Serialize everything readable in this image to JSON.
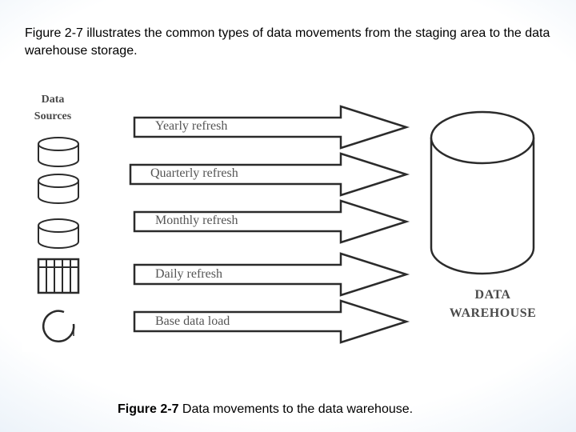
{
  "intro_text": "Figure 2-7 illustrates the common types of data movements from the staging area to the data warehouse storage.",
  "diagram": {
    "sources_heading_line1": "Data",
    "sources_heading_line2": "Sources",
    "arrows": [
      {
        "label": "Yearly refresh"
      },
      {
        "label": "Quarterly refresh"
      },
      {
        "label": "Monthly refresh"
      },
      {
        "label": "Daily refresh"
      },
      {
        "label": "Base data load"
      }
    ],
    "warehouse_label_line1": "DATA",
    "warehouse_label_line2": "WAREHOUSE"
  },
  "caption": {
    "figure_number": "Figure 2-7",
    "text": " Data movements to the data warehouse."
  }
}
